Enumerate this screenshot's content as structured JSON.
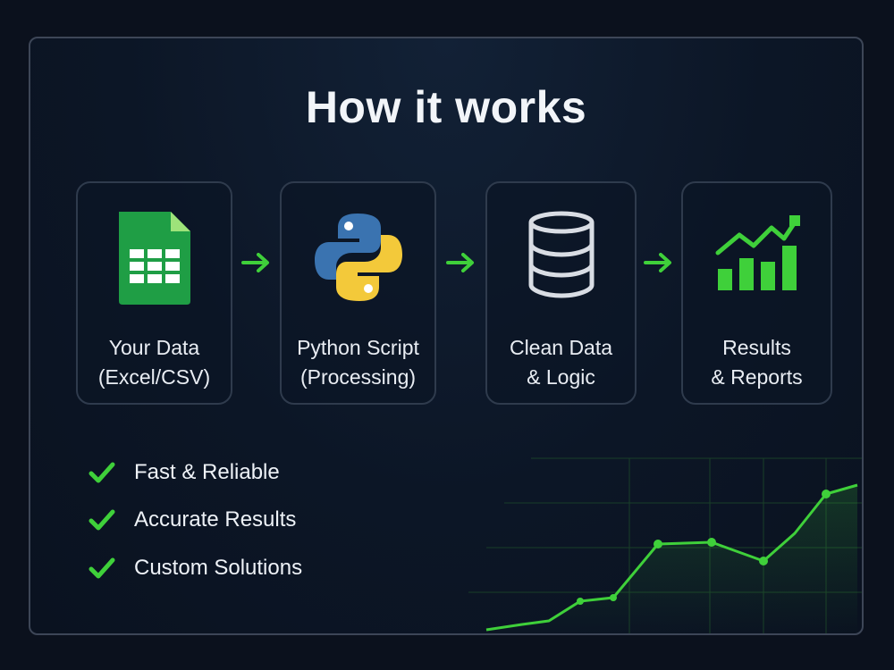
{
  "title": "How it works",
  "steps": [
    {
      "line1": "Your Data",
      "line2": "(Excel/CSV)",
      "icon": "spreadsheet-icon"
    },
    {
      "line1": "Python Script",
      "line2": "(Processing)",
      "icon": "python-logo-icon"
    },
    {
      "line1": "Clean Data",
      "line2": "& Logic",
      "icon": "database-icon"
    },
    {
      "line1": "Results",
      "line2": "& Reports",
      "icon": "bar-chart-growth-icon"
    }
  ],
  "benefits": [
    "Fast & Reliable",
    "Accurate Results",
    "Custom Solutions"
  ],
  "colors": {
    "accent_green": "#3fd03a",
    "background": "#0b111d",
    "card_border": "#3d4657",
    "python_blue": "#3a73b0",
    "python_yellow": "#f3c93a",
    "sheet_green": "#1f9e45"
  }
}
